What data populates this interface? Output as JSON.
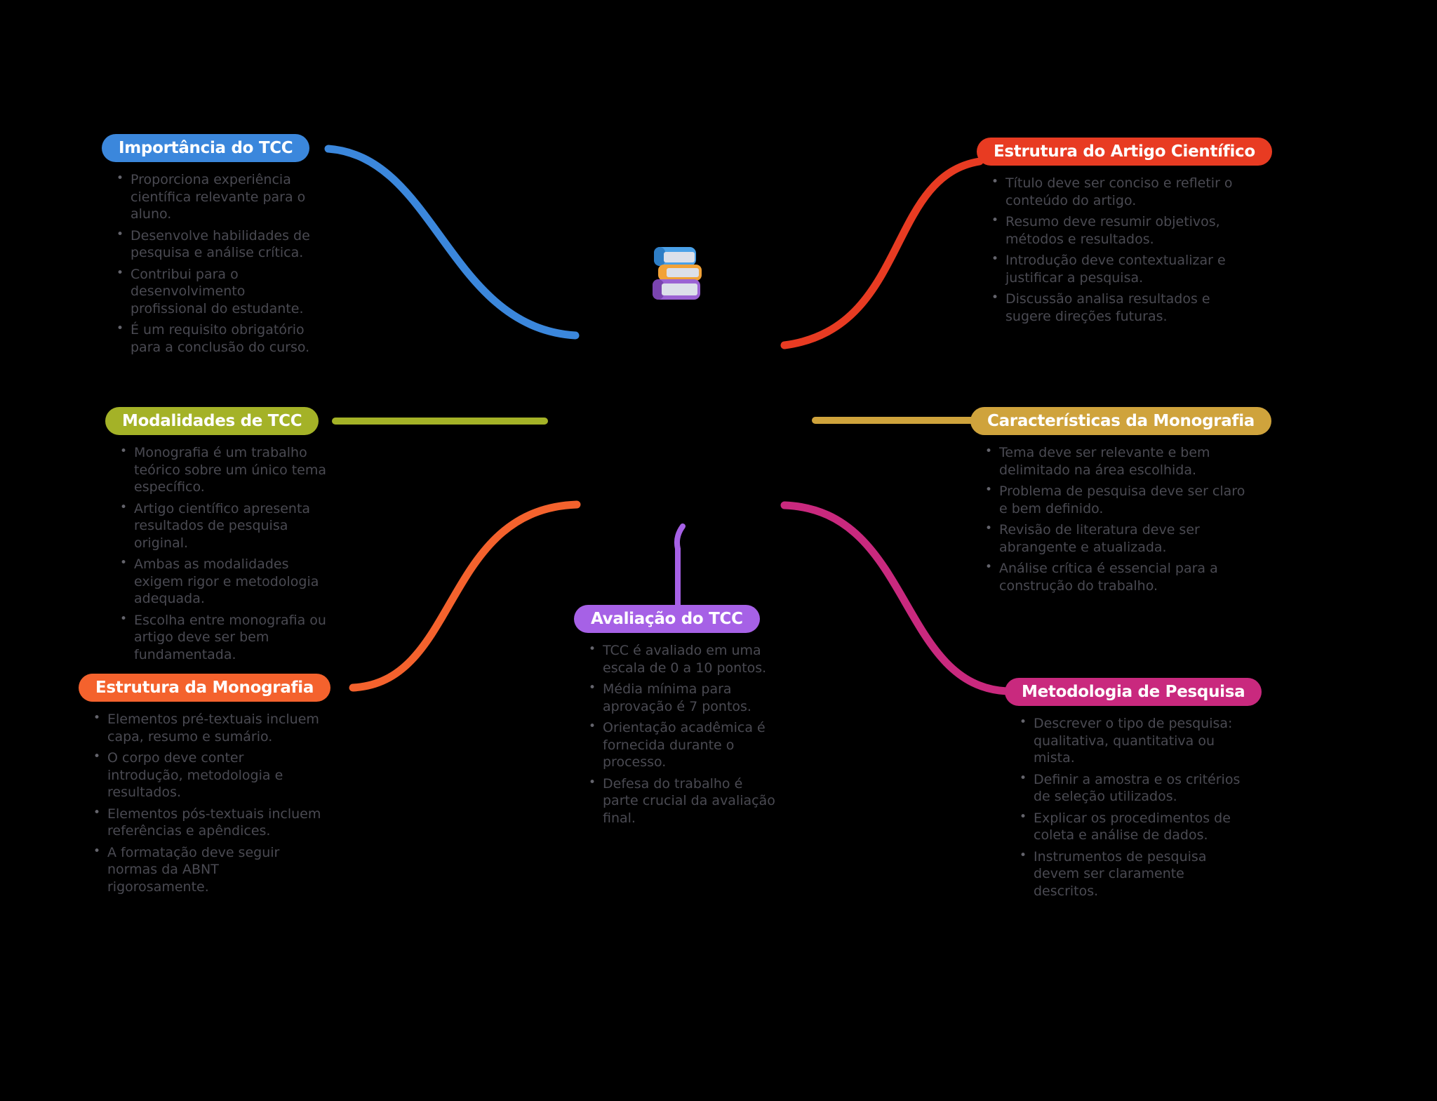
{
  "background": "#000000",
  "text_color": "#4A4A52",
  "center_icon": {
    "name": "books-icon",
    "book_colors": [
      "#4BA1E8",
      "#F2A237",
      "#9B63D3"
    ],
    "page_color": "#DCE0EA"
  },
  "nodes": [
    {
      "id": "importancia-do-tcc",
      "title": "Importância do TCC",
      "color": "#3B87DC",
      "bullets": [
        "Proporciona experiência científica relevante para o aluno.",
        "Desenvolve habilidades de pesquisa e análise crítica.",
        "Contribui para o desenvolvimento profissional do estudante.",
        "É um requisito obrigatório para a conclusão do curso."
      ]
    },
    {
      "id": "estrutura-do-artigo-cientifico",
      "title": "Estrutura do Artigo Científico",
      "color": "#E83B22",
      "bullets": [
        "Título deve ser conciso e refletir o conteúdo do artigo.",
        "Resumo deve resumir objetivos, métodos e resultados.",
        "Introdução deve contextualizar e justificar a pesquisa.",
        "Discussão analisa resultados e sugere direções futuras."
      ]
    },
    {
      "id": "modalidades-de-tcc",
      "title": "Modalidades de TCC",
      "color": "#A4B227",
      "bullets": [
        "Monografia é um trabalho teórico sobre um único tema específico.",
        "Artigo científico apresenta resultados de pesquisa original.",
        "Ambas as modalidades exigem rigor e metodologia adequada.",
        "Escolha entre monografia ou artigo deve ser bem fundamentada."
      ]
    },
    {
      "id": "caracteristicas-da-monografia",
      "title": "Características da Monografia",
      "color": "#CFA33C",
      "bullets": [
        "Tema deve ser relevante e bem delimitado na área escolhida.",
        "Problema de pesquisa deve ser claro e bem definido.",
        "Revisão de literatura deve ser abrangente e atualizada.",
        "Análise crítica é essencial para a construção do trabalho."
      ]
    },
    {
      "id": "estrutura-da-monografia",
      "title": "Estrutura da Monografia",
      "color": "#F4622D",
      "bullets": [
        "Elementos pré-textuais incluem capa, resumo e sumário.",
        "O corpo deve conter introdução, metodologia e resultados.",
        "Elementos pós-textuais incluem referências e apêndices.",
        "A formatação deve seguir normas da ABNT rigorosamente."
      ]
    },
    {
      "id": "metodologia-de-pesquisa",
      "title": "Metodologia de Pesquisa",
      "color": "#C9297E",
      "bullets": [
        "Descrever o tipo de pesquisa: qualitativa, quantitativa ou mista.",
        "Definir a amostra e os critérios de seleção utilizados.",
        "Explicar os procedimentos de coleta e análise de dados.",
        "Instrumentos de pesquisa devem ser claramente descritos."
      ]
    },
    {
      "id": "avaliacao-do-tcc",
      "title": "Avaliação do TCC",
      "color": "#A661E6",
      "bullets": [
        "TCC é avaliado em uma escala de 0 a 10 pontos.",
        "Média mínima para aprovação é 7 pontos.",
        "Orientação acadêmica é fornecida durante o processo.",
        "Defesa do trabalho é parte crucial da avaliação final."
      ]
    }
  ]
}
